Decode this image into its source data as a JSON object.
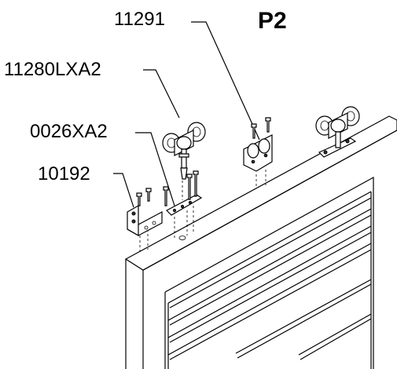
{
  "page_label": "P2",
  "parts": {
    "roller_small": "11291",
    "trolley": "11280LXA2",
    "plate": "0026XA2",
    "bracket": "10192"
  },
  "colors": {
    "line": "#000000",
    "background": "#ffffff"
  }
}
